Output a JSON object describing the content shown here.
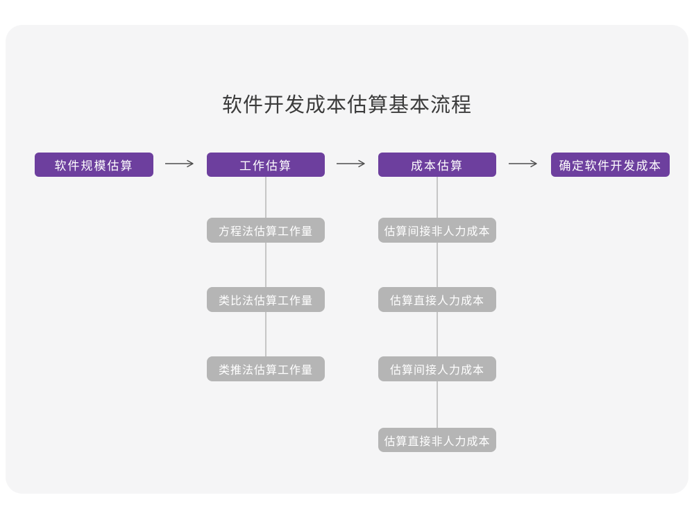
{
  "title": "软件开发成本估算基本流程",
  "colors": {
    "canvas_bg": "#ffffff",
    "card_bg": "#f5f5f6",
    "stage_fill": "#6d3f9e",
    "stage_text": "#ffffff",
    "sub_fill": "#b5b5b5",
    "sub_text": "#ffffff",
    "connector_line": "#c6c6c6",
    "arrow": "#4d4d4d",
    "title_color": "#3b3b3b"
  },
  "flow": {
    "stages": [
      {
        "label": "软件规模估算"
      },
      {
        "label": "工作估算"
      },
      {
        "label": "成本估算"
      },
      {
        "label": "确定软件开发成本"
      }
    ],
    "work_methods": [
      "方程法估算工作量",
      "类比法估算工作量",
      "类推法估算工作量"
    ],
    "cost_items": [
      "估算间接非人力成本",
      "估算直接人力成本",
      "估算间接人力成本",
      "估算直接非人力成本"
    ]
  }
}
